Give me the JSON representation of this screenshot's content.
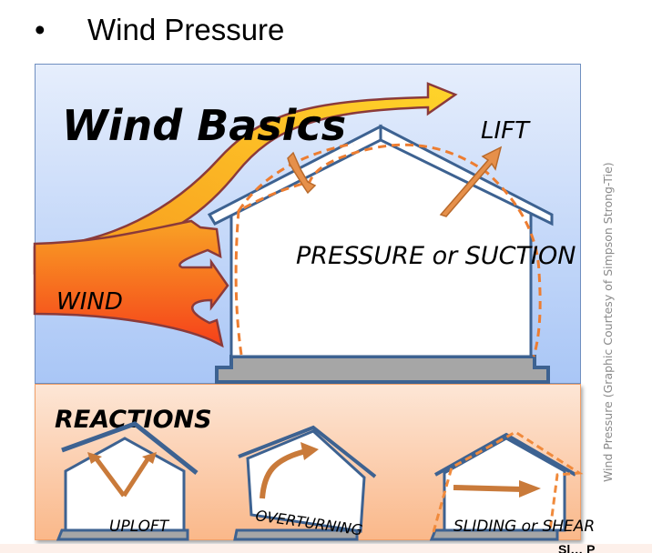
{
  "slide": {
    "bullet": "•",
    "heading": "Wind Pressure"
  },
  "diagram": {
    "title": "Wind Basics",
    "labels": {
      "wind": "WIND",
      "lift": "LIFT",
      "pressure": "PRESSURE or SUCTION"
    },
    "reactions": {
      "title": "REACTIONS",
      "items": [
        {
          "label": "UPLOFT"
        },
        {
          "label": "OVERTURNING"
        },
        {
          "label": "SLIDING or SHEAR"
        }
      ]
    },
    "caption": "Wind Pressure (Graphic Courtesy of Simpson Strong-Tie)",
    "colors": {
      "wall": "#3d6291",
      "foundation": "#a6a6a6",
      "dash": "#ed7d31",
      "force_arrow": "#c97a3a"
    }
  },
  "footer": {
    "partial_text": "Sl… P"
  }
}
